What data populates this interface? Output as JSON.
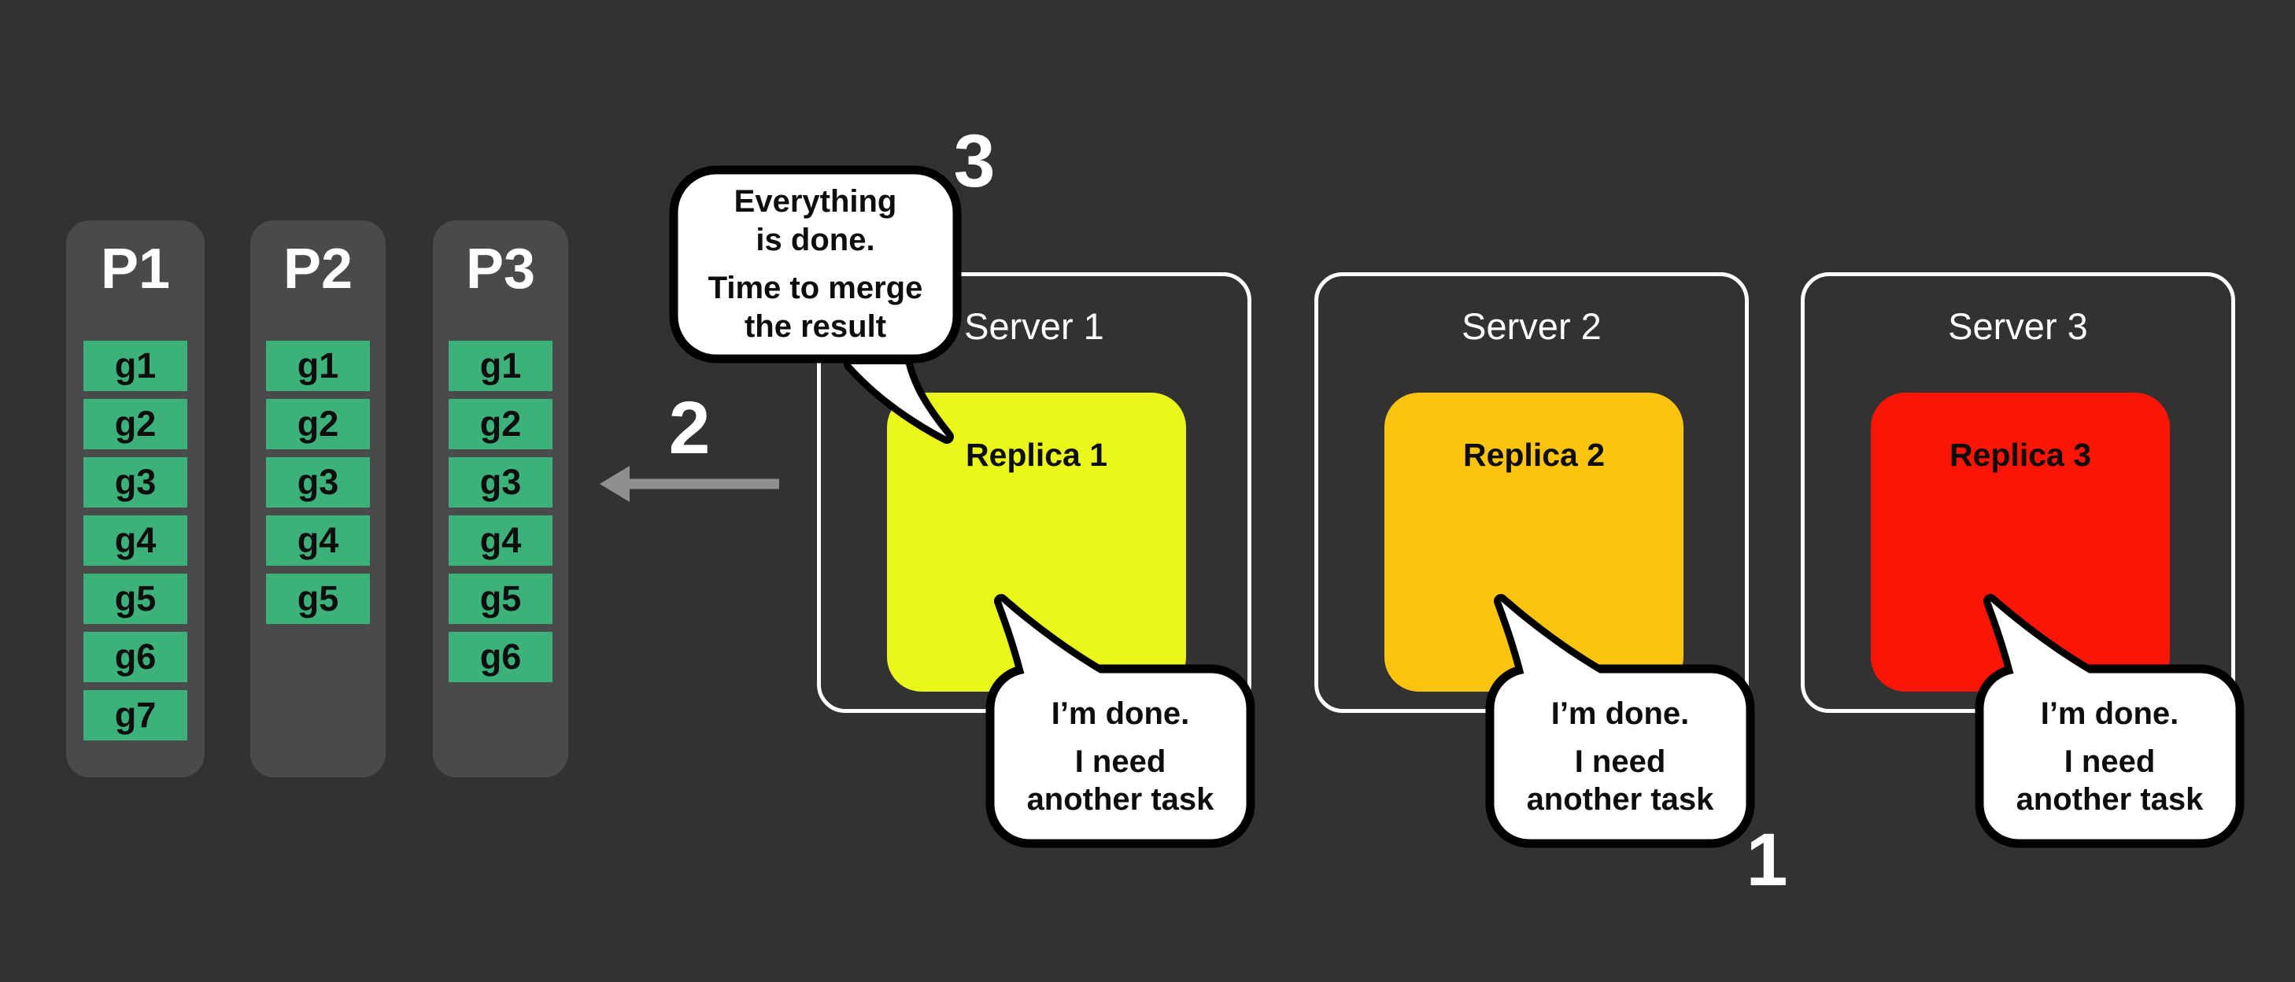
{
  "partitions": [
    {
      "label": "P1",
      "tasks": [
        "g1",
        "g2",
        "g3",
        "g4",
        "g5",
        "g6",
        "g7"
      ]
    },
    {
      "label": "P2",
      "tasks": [
        "g1",
        "g2",
        "g3",
        "g4",
        "g5"
      ]
    },
    {
      "label": "P3",
      "tasks": [
        "g1",
        "g2",
        "g3",
        "g4",
        "g5",
        "g6"
      ]
    }
  ],
  "servers": [
    {
      "label": "Server 1",
      "replica_label": "Replica 1",
      "replica_color": "#e9f71b"
    },
    {
      "label": "Server 2",
      "replica_label": "Replica 2",
      "replica_color": "#fcc40e"
    },
    {
      "label": "Server 3",
      "replica_label": "Replica 3",
      "replica_color": "#fb1507"
    }
  ],
  "speech": {
    "merge_bubble": {
      "para1_line1": "Everything",
      "para1_line2": "is done.",
      "para2_line1": "Time to merge",
      "para2_line2": "the result"
    },
    "done_bubble": {
      "line1": "I’m done.",
      "line2": "I need",
      "line3": "another task"
    }
  },
  "step_labels": {
    "one": "1",
    "two": "2",
    "three": "3"
  },
  "colors": {
    "background": "#323233",
    "partition_fill": "#4a4a4c",
    "task_fill": "#3cb179",
    "server_border": "#ffffff",
    "replica_1": "#e9f71b",
    "replica_2": "#fcc40e",
    "replica_3": "#fb1507",
    "bubble_fill": "#ffffff",
    "bubble_outline": "#000000",
    "arrow": "#8f8f8f",
    "text_light": "#ffffff",
    "text_dark": "#0d0d0d"
  }
}
